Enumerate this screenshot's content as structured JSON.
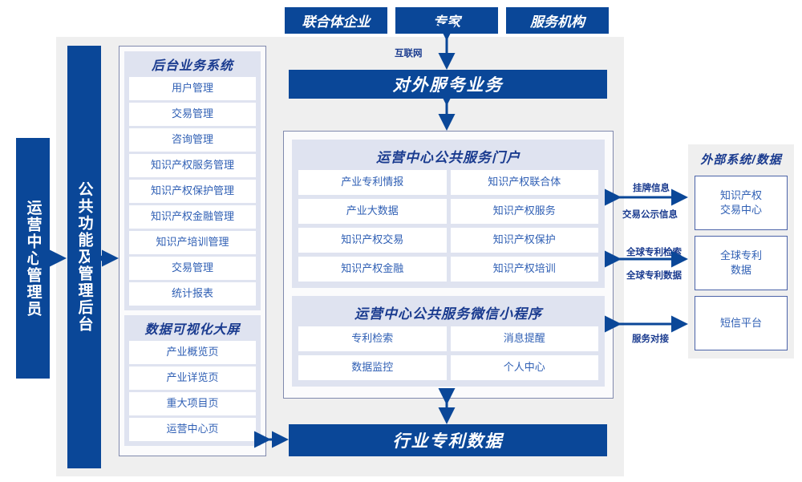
{
  "top_actors": [
    {
      "label": "联合体企业"
    },
    {
      "label": "专家"
    },
    {
      "label": "服务机构"
    }
  ],
  "internet_label": "互联网",
  "external_service_bar": {
    "label": "对外服务业务"
  },
  "left_roles": [
    {
      "label": "运营中心管理员"
    },
    {
      "label": "公共功能及管理后台"
    }
  ],
  "backend_system": {
    "title": "后台业务系统",
    "items": [
      {
        "label": "用户管理"
      },
      {
        "label": "交易管理"
      },
      {
        "label": "咨询管理"
      },
      {
        "label": "知识产权服务管理"
      },
      {
        "label": "知识产权保护管理"
      },
      {
        "label": "知识产权金融管理"
      },
      {
        "label": "知识产培训管理"
      },
      {
        "label": "交易管理"
      },
      {
        "label": "统计报表"
      }
    ]
  },
  "data_visualization": {
    "title": "数据可视化大屏",
    "items": [
      {
        "label": "产业概览页"
      },
      {
        "label": "产业详览页"
      },
      {
        "label": "重大项目页"
      },
      {
        "label": "运营中心页"
      }
    ]
  },
  "portal": {
    "title": "运营中心公共服务门户",
    "items": [
      {
        "label": "产业专利情报"
      },
      {
        "label": "知识产权联合体"
      },
      {
        "label": "产业大数据"
      },
      {
        "label": "知识产权服务"
      },
      {
        "label": "知识产权交易"
      },
      {
        "label": "知识产权保护"
      },
      {
        "label": "知识产权金融"
      },
      {
        "label": "知识产权培训"
      }
    ]
  },
  "miniprogram": {
    "title": "运营中心公共服务微信小程序",
    "items": [
      {
        "label": "专利检索"
      },
      {
        "label": "消息提醒"
      },
      {
        "label": "数据监控"
      },
      {
        "label": "个人中心"
      }
    ]
  },
  "industry_data_bar": {
    "label": "行业专利数据"
  },
  "external": {
    "title": "外部系统/数据",
    "boxes": [
      {
        "label": "知识产权\n交易中心"
      },
      {
        "label": "全球专利\n数据"
      },
      {
        "label": "短信平台"
      }
    ],
    "arrow_labels": [
      {
        "label": "挂牌信息"
      },
      {
        "label": "交易公示信息"
      },
      {
        "label": "全球专利检索"
      },
      {
        "label": "全球专利数据"
      },
      {
        "label": "服务对接"
      }
    ]
  },
  "colors": {
    "brand_blue": "#0a4798",
    "panel_lavender": "#dfe3f0",
    "zone_gray": "#efefef",
    "border_violet": "#8089ad",
    "text_blue": "#2f5fb4"
  }
}
